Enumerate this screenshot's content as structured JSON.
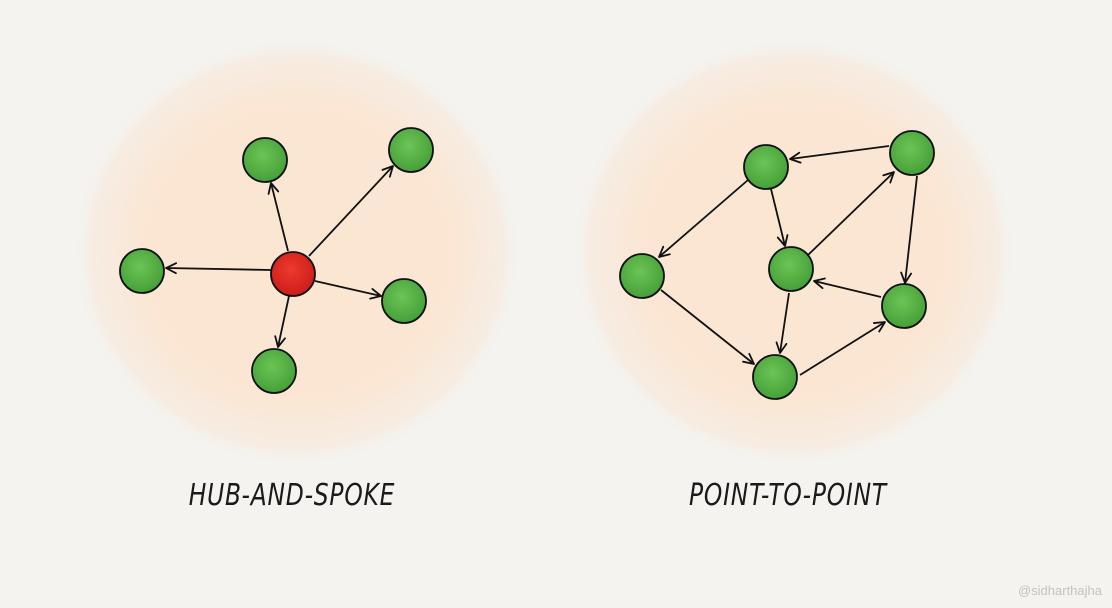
{
  "diagrams": [
    {
      "caption": "HUB-AND-SPOKE"
    },
    {
      "caption": "POINT-TO-POINT"
    }
  ],
  "watermark": "@sidharthajha",
  "colors": {
    "background": "#f4f3ef",
    "halo": "#f9dfc4",
    "node": "#55b043",
    "hub": "#e22a22",
    "stroke": "#111111"
  }
}
